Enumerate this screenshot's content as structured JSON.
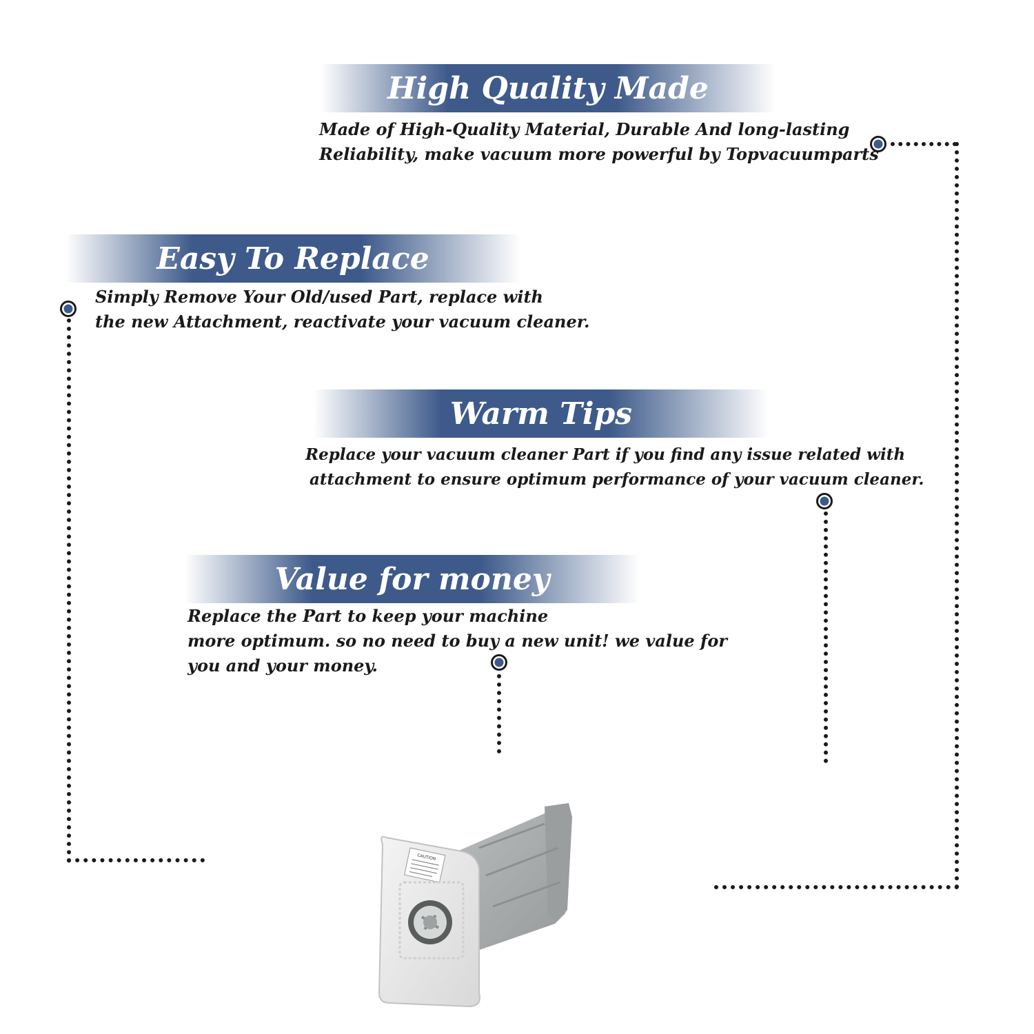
{
  "sections": [
    {
      "title": "High Quality Made",
      "lines": [
        "Made of  High-Quality Material, Durable And long-lasting",
        "Reliability, make vacuum more powerful by Topvacuumparts"
      ]
    },
    {
      "title": "Easy To Replace",
      "lines": [
        "Simply Remove Your Old/used Part, replace with",
        "the new Attachment, reactivate your vacuum cleaner."
      ]
    },
    {
      "title": "Warm Tips",
      "lines": [
        "Replace your vacuum cleaner Part if you find any issue related with",
        "attachment to ensure optimum performance of your vacuum cleaner."
      ]
    },
    {
      "title": "Value for money",
      "lines": [
        "Replace the Part to keep your machine",
        "more optimum. so no need to buy a new unit! we value for",
        "you and your money."
      ]
    }
  ],
  "product": {
    "label_text": "CAUTION"
  },
  "colors": {
    "banner_blue": "#3d5a8a",
    "text": "#1a1a1a",
    "bag_gray": "#a9adad"
  }
}
